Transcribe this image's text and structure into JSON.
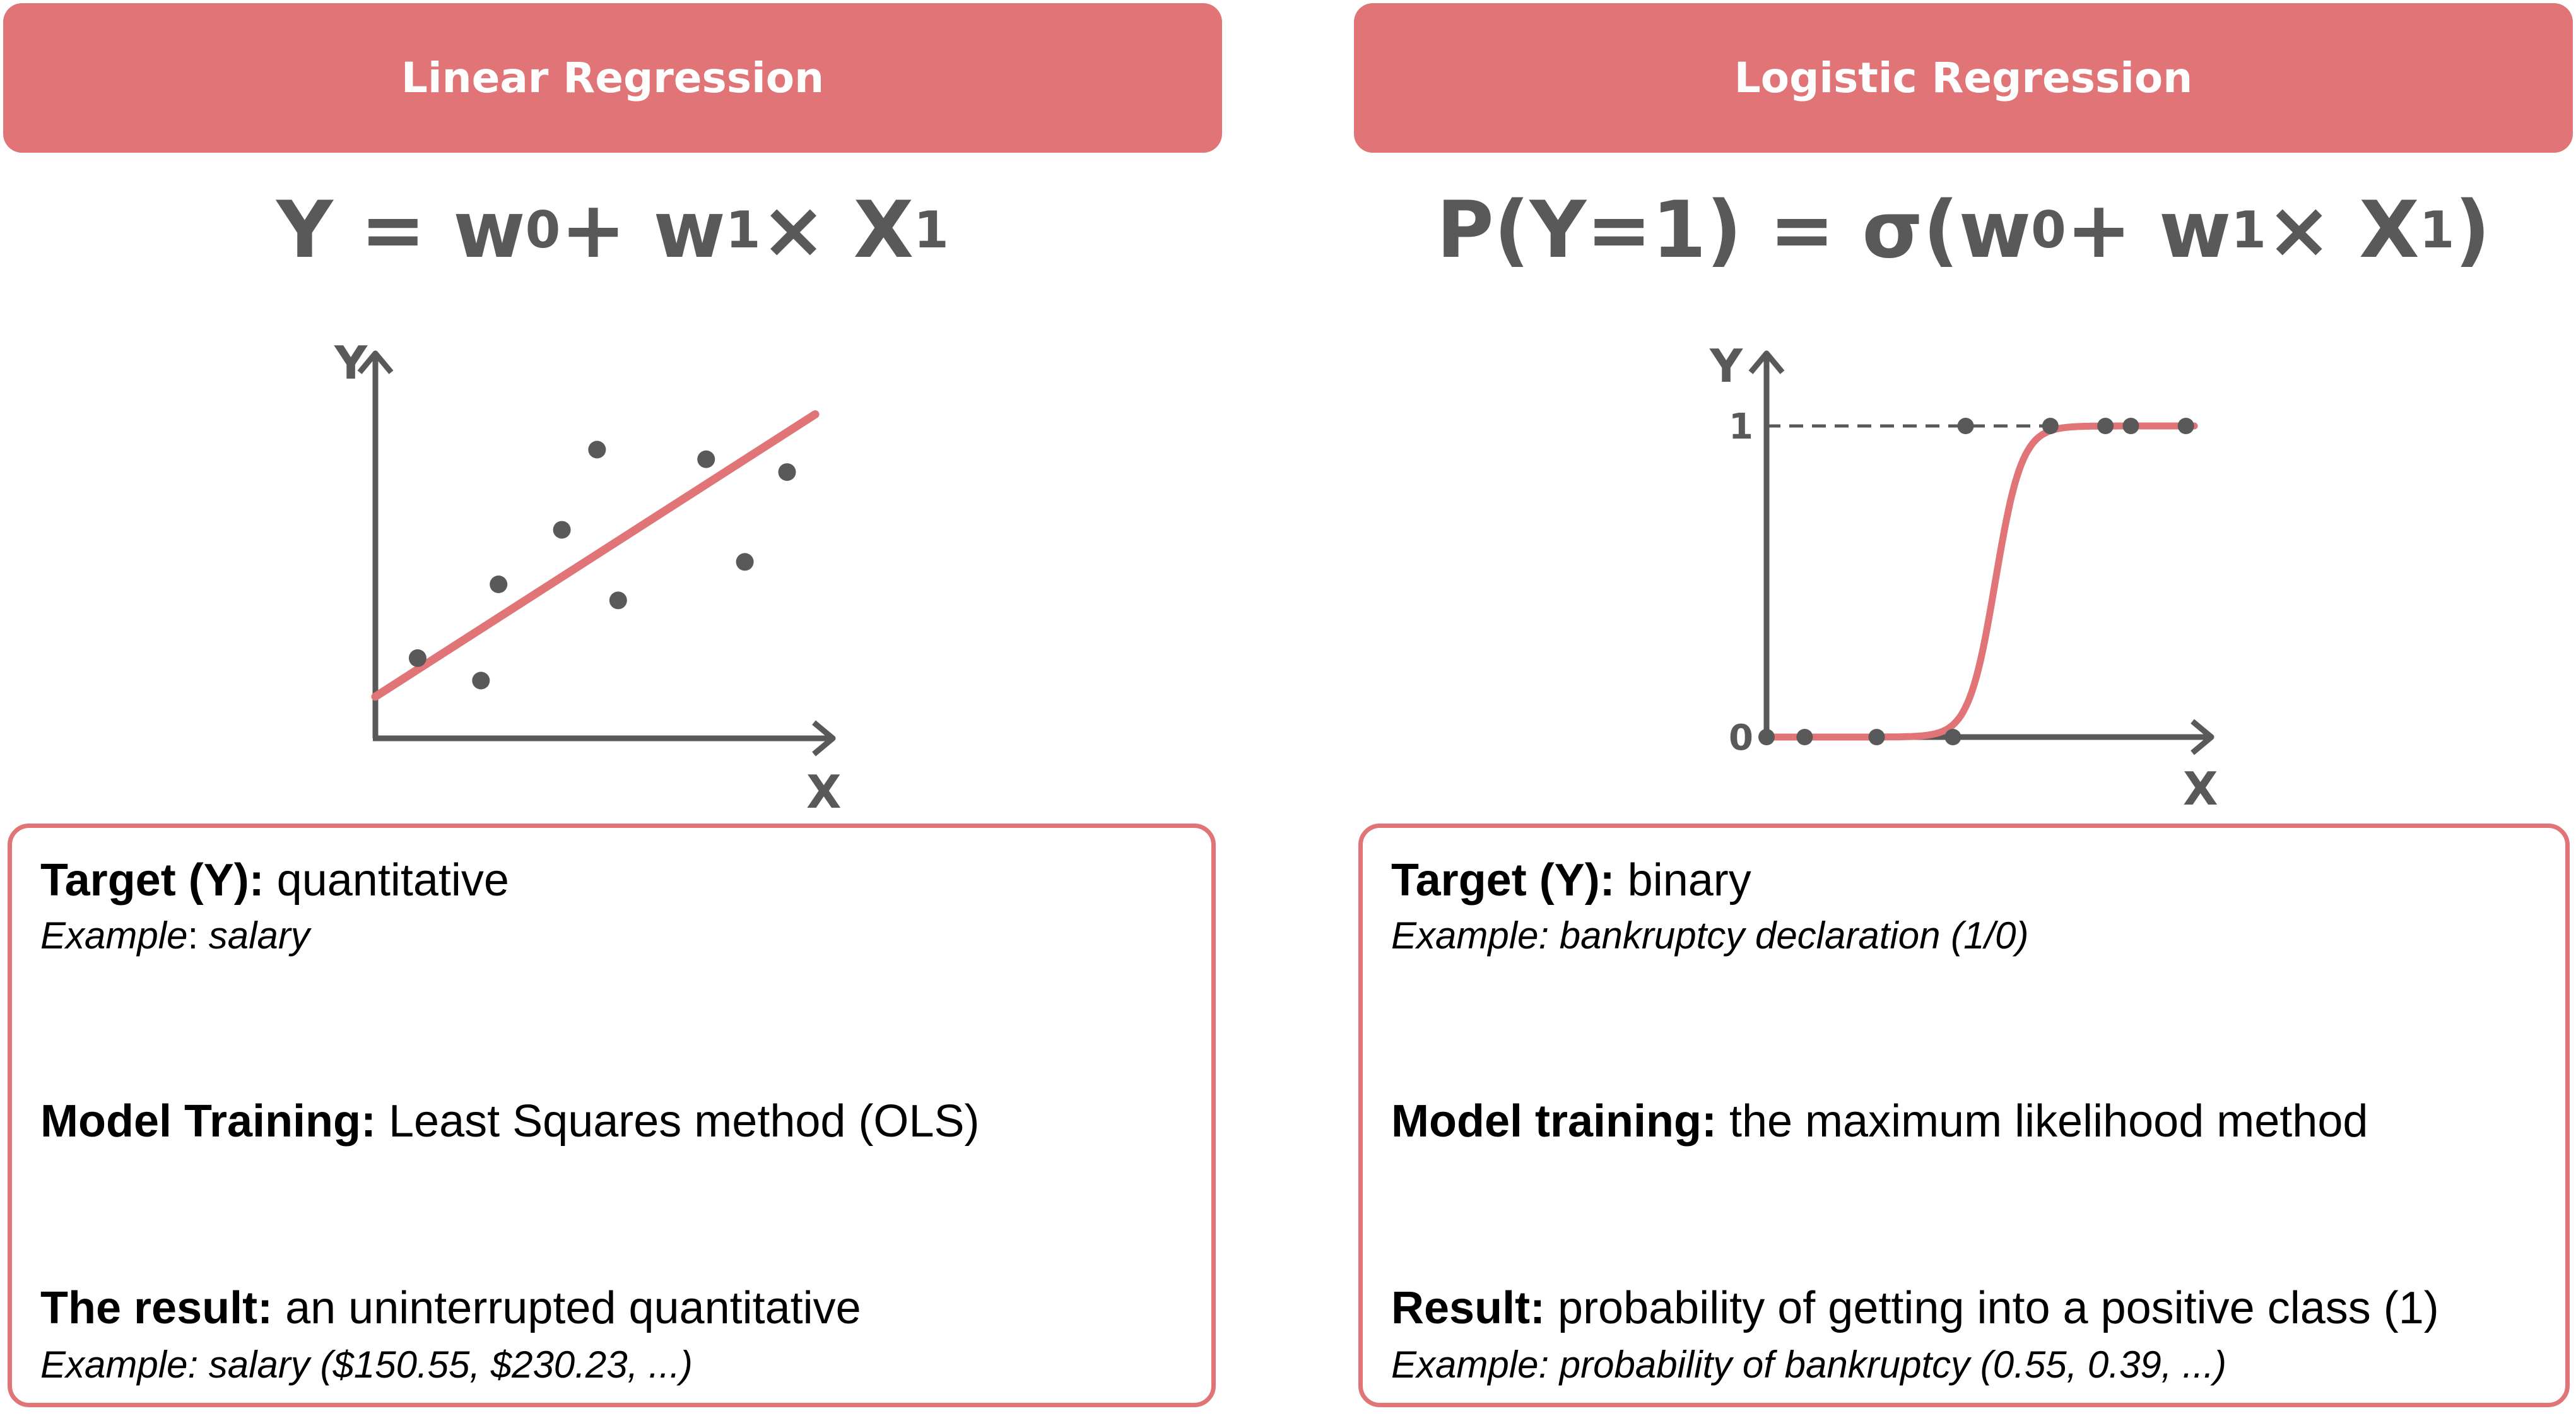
{
  "left": {
    "header": "Linear Regression",
    "formula": {
      "lhs": "Y = w",
      "s0": "0",
      "mid": "+ w",
      "s1": "1",
      "rest": " × X",
      "s2": "1",
      "tail": ""
    },
    "x_label": "X",
    "y_label": "Y",
    "target_label": "Target (Y):",
    "target_value": " quantitative",
    "target_example_label": "Example",
    "target_example_colon": ":",
    "target_example_value": " salary",
    "training_label": "Model Training:",
    "training_value": " Least Squares method (OLS)",
    "result_label": "The result:",
    "result_value": " an uninterrupted quantitative",
    "result_example": "Example: salary ($150.55, $230.23, ...)"
  },
  "right": {
    "header": "Logistic Regression",
    "formula": {
      "lhs": "P(Y=1) = σ(w",
      "s0": "0",
      "mid": "+ w",
      "s1": "1",
      "rest": " × X",
      "s2": "1",
      "tail": ")"
    },
    "x_label": "X",
    "y_label": "Y",
    "tick_1": "1",
    "tick_0": "0",
    "target_label": "Target (Y):",
    "target_value": " binary",
    "target_example": "Example: bankruptcy declaration (1/0)",
    "training_label": "Model training:",
    "training_value": " the maximum likelihood method",
    "result_label": "Result:",
    "result_value": " probability of getting into a positive class (1)",
    "result_example": "Example: probability of bankruptcy (0.55, 0.39, ...)"
  },
  "colors": {
    "accent": "#e07477",
    "axis": "#595959",
    "point": "#595959",
    "text": "#000000"
  },
  "chart_data": [
    {
      "type": "scatter",
      "description_fit": "linear",
      "points": [
        {
          "x": 1.2,
          "y": 2.5
        },
        {
          "x": 3.0,
          "y": 1.8
        },
        {
          "x": 3.5,
          "y": 4.8
        },
        {
          "x": 5.3,
          "y": 6.5
        },
        {
          "x": 6.3,
          "y": 9.0
        },
        {
          "x": 6.9,
          "y": 4.3
        },
        {
          "x": 9.4,
          "y": 8.7
        },
        {
          "x": 10.5,
          "y": 5.5
        },
        {
          "x": 11.7,
          "y": 8.3
        }
      ],
      "fit_line": [
        {
          "x": 0,
          "y": 1.3
        },
        {
          "x": 12.5,
          "y": 10.1
        }
      ],
      "xlim": [
        0,
        13
      ],
      "ylim": [
        0,
        12
      ]
    },
    {
      "type": "scatter",
      "description_fit": "sigmoid",
      "points": [
        {
          "x": 0.0,
          "y": 0
        },
        {
          "x": 0.9,
          "y": 0
        },
        {
          "x": 2.6,
          "y": 0
        },
        {
          "x": 4.4,
          "y": 0
        },
        {
          "x": 4.7,
          "y": 1
        },
        {
          "x": 6.7,
          "y": 1
        },
        {
          "x": 8.0,
          "y": 1
        },
        {
          "x": 8.6,
          "y": 1
        },
        {
          "x": 9.9,
          "y": 1
        }
      ],
      "sigmoid_center": 5.4,
      "xlim": [
        0,
        10.5
      ],
      "ylim": [
        0,
        1
      ]
    }
  ]
}
